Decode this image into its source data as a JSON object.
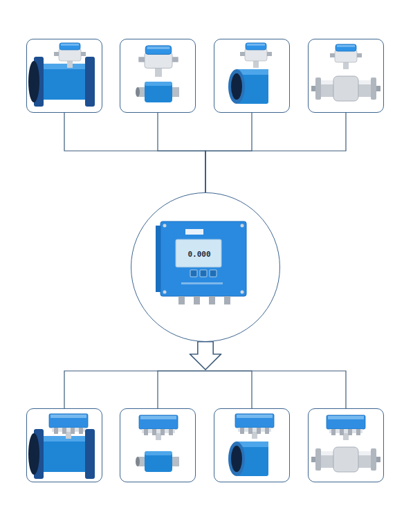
{
  "diagram": {
    "nodes": [
      {
        "text": []
      },
      {
        "text": []
      },
      {
        "text": []
      },
      {
        "text": []
      },
      {
        "text": [
          "0.000"
        ]
      },
      {
        "text": []
      },
      {
        "text": []
      },
      {
        "text": []
      },
      {
        "text": []
      }
    ],
    "edges": [
      {
        "from": 0,
        "to": 4,
        "arrow": "none"
      },
      {
        "from": 1,
        "to": 4,
        "arrow": "none"
      },
      {
        "from": 2,
        "to": 4,
        "arrow": "none"
      },
      {
        "from": 3,
        "to": 4,
        "arrow": "none"
      },
      {
        "from": 4,
        "to": 5,
        "arrow": "to"
      },
      {
        "from": 4,
        "to": 6,
        "arrow": "to"
      },
      {
        "from": 4,
        "to": 7,
        "arrow": "to"
      },
      {
        "from": 4,
        "to": 8,
        "arrow": "to"
      }
    ]
  }
}
